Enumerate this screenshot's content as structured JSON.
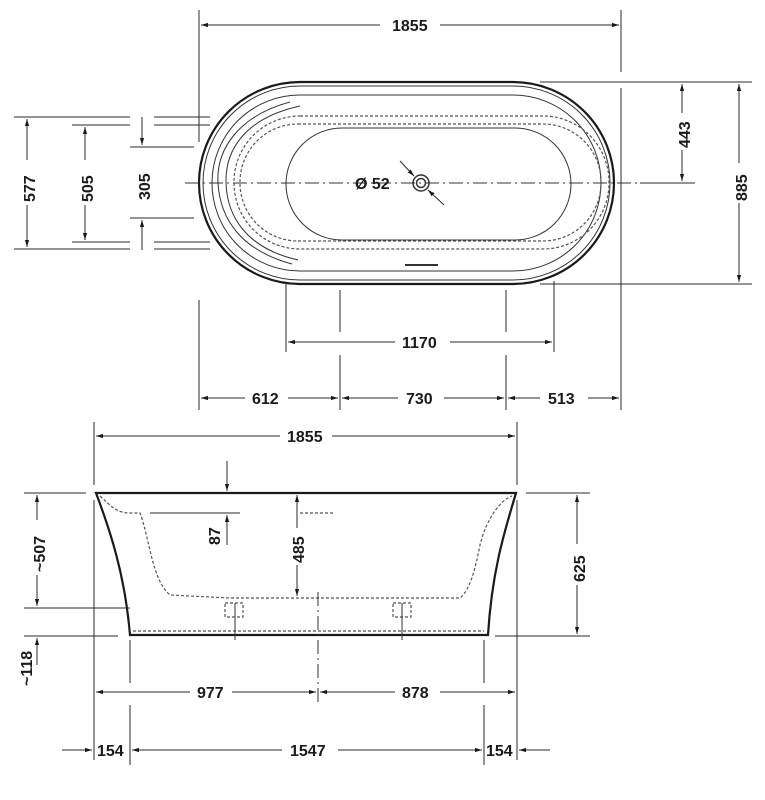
{
  "drawing": {
    "type": "technical dimension drawing",
    "subject": "freestanding oval bathtub",
    "line_color": "#1a1a1a",
    "background": "#ffffff"
  },
  "top_view": {
    "overall_length": "1855",
    "overall_width": "885",
    "half_width": "443",
    "width_577": "577",
    "width_505": "505",
    "width_305": "305",
    "drain_diameter": "Ø 52",
    "base_length": "1170",
    "segment_left": "612",
    "segment_middle": "730",
    "segment_right": "513"
  },
  "side_view": {
    "overall_length": "1855",
    "overall_height": "625",
    "inner_depth": "485",
    "rim_offset": "87",
    "head_height": "~507",
    "plinth_height": "~118",
    "drain_from_left": "977",
    "drain_from_right": "878",
    "plinth_length": "1547",
    "overhang_left": "154",
    "overhang_right": "154"
  }
}
